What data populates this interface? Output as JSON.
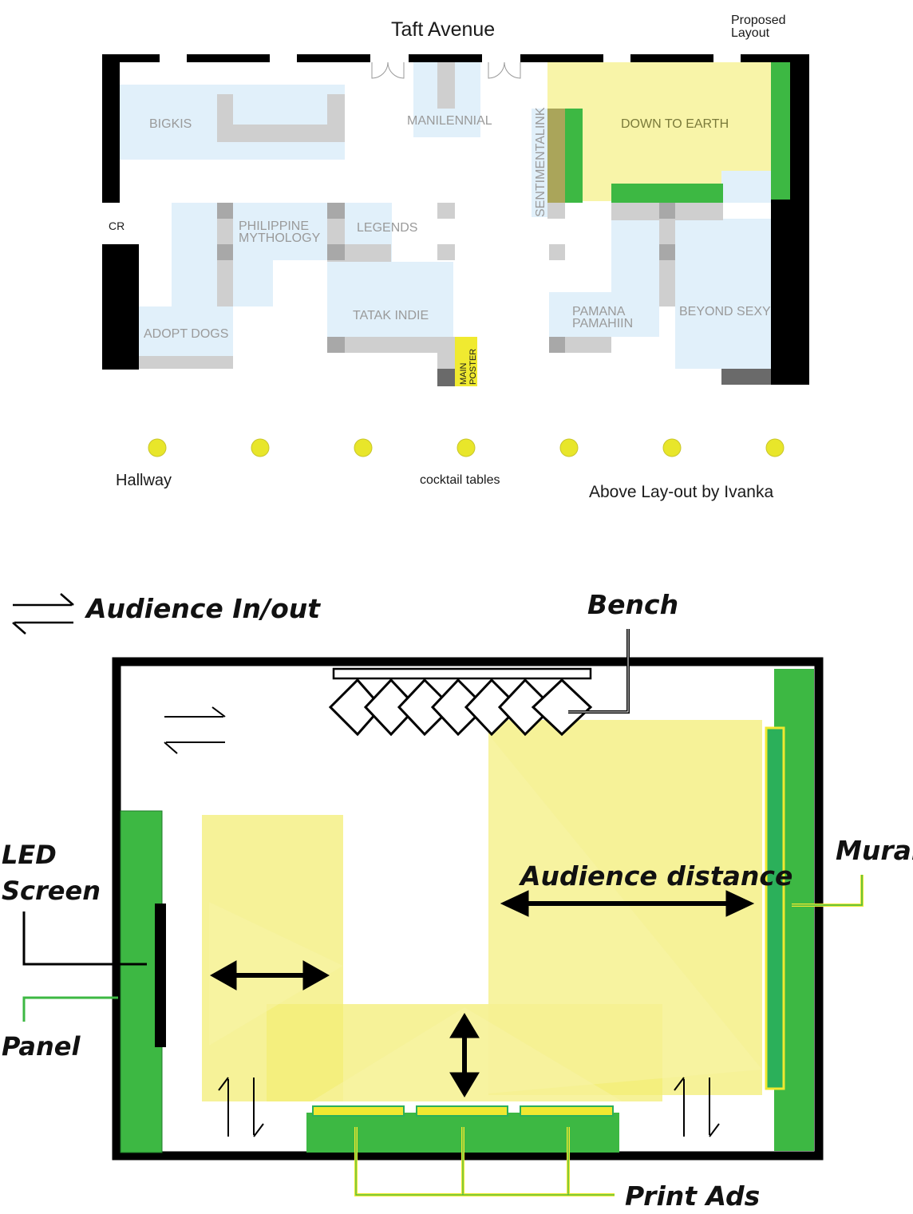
{
  "top_plan": {
    "street_label": "Taft Avenue",
    "proposed_label_line1": "Proposed",
    "proposed_label_line2": "Layout",
    "cr_label": "CR",
    "zones": {
      "bigkis": "BIGKIS",
      "manilennial": "MANILENNIAL",
      "sentimentalink": "SENTIMENTALINK",
      "down_to_earth": "DOWN TO EARTH",
      "philippine_line1": "PHILIPPINE",
      "philippine_line2": "MYTHOLOGY",
      "legends": "LEGENDS",
      "tatak_indie": "TATAK INDIE",
      "adopt_dogs": "ADOPT DOGS",
      "pamana_line1": "PAMANA",
      "pamana_line2": "PAMAHIIN",
      "beyond_sexy": "BEYOND SEXY",
      "main_poster_line1": "MAIN",
      "main_poster_line2": "POSTER"
    },
    "hallway_label": "Hallway",
    "cocktail_label": "cocktail tables",
    "credit_label": "Above Lay-out by Ivanka",
    "colors": {
      "zone_fill": "#e1f0fa",
      "highlight": "#f8f4a8",
      "green": "#3db843",
      "gray": "#cfcfcf",
      "dot": "#e8e62a"
    }
  },
  "bottom_plan": {
    "audience_inout_label": "Audience In/out",
    "bench_label": "Bench",
    "led_line1": "LED",
    "led_line2": "Screen",
    "panel_label": "Panel",
    "mural_label": "Mural",
    "audience_distance_label": "Audience distance",
    "print_ads_label": "Print Ads",
    "colors": {
      "green": "#3db843",
      "yellow_zone": "#f3ee75",
      "outline_yellow": "#f0e830"
    }
  }
}
